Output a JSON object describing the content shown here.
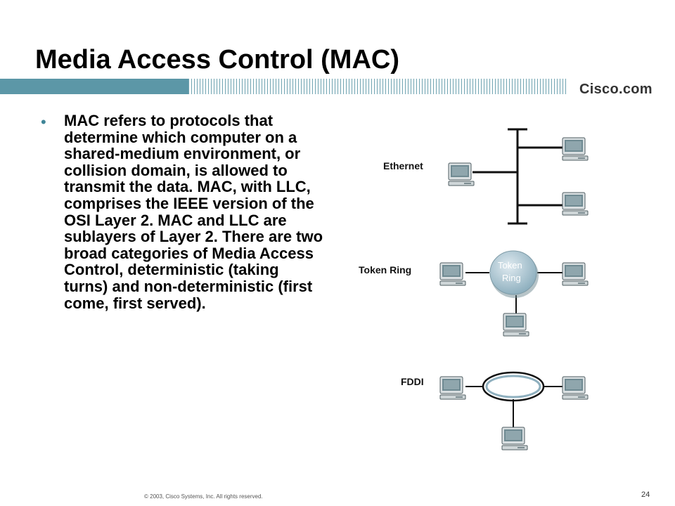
{
  "slide": {
    "title": "Media Access Control (MAC)",
    "brand": "Cisco.com",
    "bullet_text": "MAC refers to protocols that determine which computer on a shared-medium environment, or collision domain, is allowed to transmit the data. MAC, with LLC, comprises the IEEE version of the OSI Layer 2. MAC and LLC are sublayers of Layer 2. There are two broad categories of Media Access Control, deterministic (taking turns) and non-deterministic (first come, first served).",
    "bullet_symbol": "•"
  },
  "diagram": {
    "ethernet_label": "Ethernet",
    "token_ring_label": "Token Ring",
    "ring_text_line1": "Token",
    "ring_text_line2": "Ring",
    "fddi_label": "FDDI"
  },
  "footer": {
    "copyright": "© 2003, Cisco Systems, Inc. All rights reserved.",
    "page_number": "24"
  },
  "colors": {
    "accent": "#5c97a7",
    "ring": "#a9c3cf",
    "computer_screen": "#6f8a92"
  }
}
